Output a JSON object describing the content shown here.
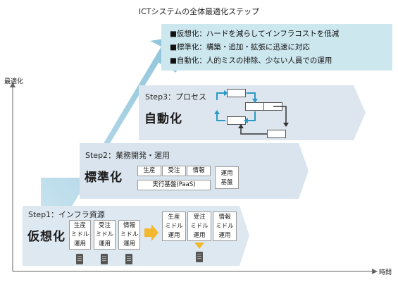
{
  "title": "ICTシステムの全体最適化ステップ",
  "axes": {
    "y_label": "最適化",
    "x_label": "時間"
  },
  "goal": {
    "lines": [
      "■仮想化：ハードを減らしてインフラコストを低減",
      "■標準化：構築・追加・拡張に迅速に対応",
      "■自動化：人的ミスの排除、少ない人員での運用"
    ]
  },
  "step3": {
    "label": "Step3：プロセス",
    "name": "自動化"
  },
  "step2": {
    "label": "Step2：業務開発・運用",
    "name": "標準化",
    "apps": [
      "生産",
      "受注",
      "情報"
    ],
    "platform": "実行基盤(PaaS)",
    "ops": [
      "運用",
      "基盤"
    ]
  },
  "step1": {
    "label": "Step1：インフラ資源",
    "name": "仮想化",
    "before": [
      [
        "生産",
        "ミドル",
        "運用"
      ],
      [
        "受注",
        "ミドル",
        "運用"
      ],
      [
        "情報",
        "ミドル",
        "運用"
      ]
    ],
    "after": [
      [
        "生産",
        "ミドル",
        "運用"
      ],
      [
        "受注",
        "ミドル",
        "運用"
      ],
      [
        "情報",
        "ミドル",
        "運用"
      ]
    ]
  },
  "colors": {
    "arrow_main": "#8ec6dc",
    "step_band": "#dbe7f0",
    "step_band_light": "#e4edf4",
    "goal_box": "#cde7ef",
    "process_arrow": "#2c9ac4",
    "convert_arrow": "#f2b82e",
    "server": "#555555"
  }
}
